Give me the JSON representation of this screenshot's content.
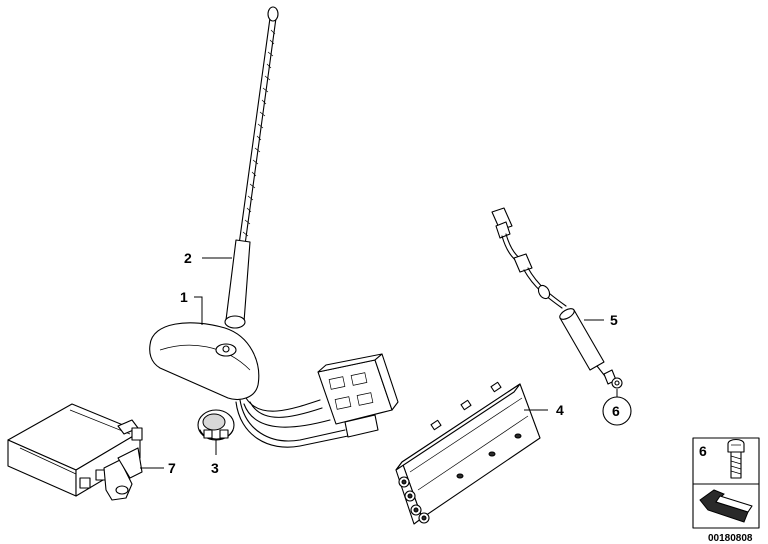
{
  "diagram": {
    "callouts": [
      {
        "id": "1",
        "label": "1"
      },
      {
        "id": "2",
        "label": "2"
      },
      {
        "id": "3",
        "label": "3"
      },
      {
        "id": "4",
        "label": "4"
      },
      {
        "id": "5",
        "label": "5"
      },
      {
        "id": "6",
        "label": "6"
      },
      {
        "id": "7",
        "label": "7"
      }
    ],
    "legend": {
      "item_label": "6",
      "icon": "screw-icon",
      "secondary_icon": "bracket-icon"
    },
    "reference_code": "00180808"
  }
}
